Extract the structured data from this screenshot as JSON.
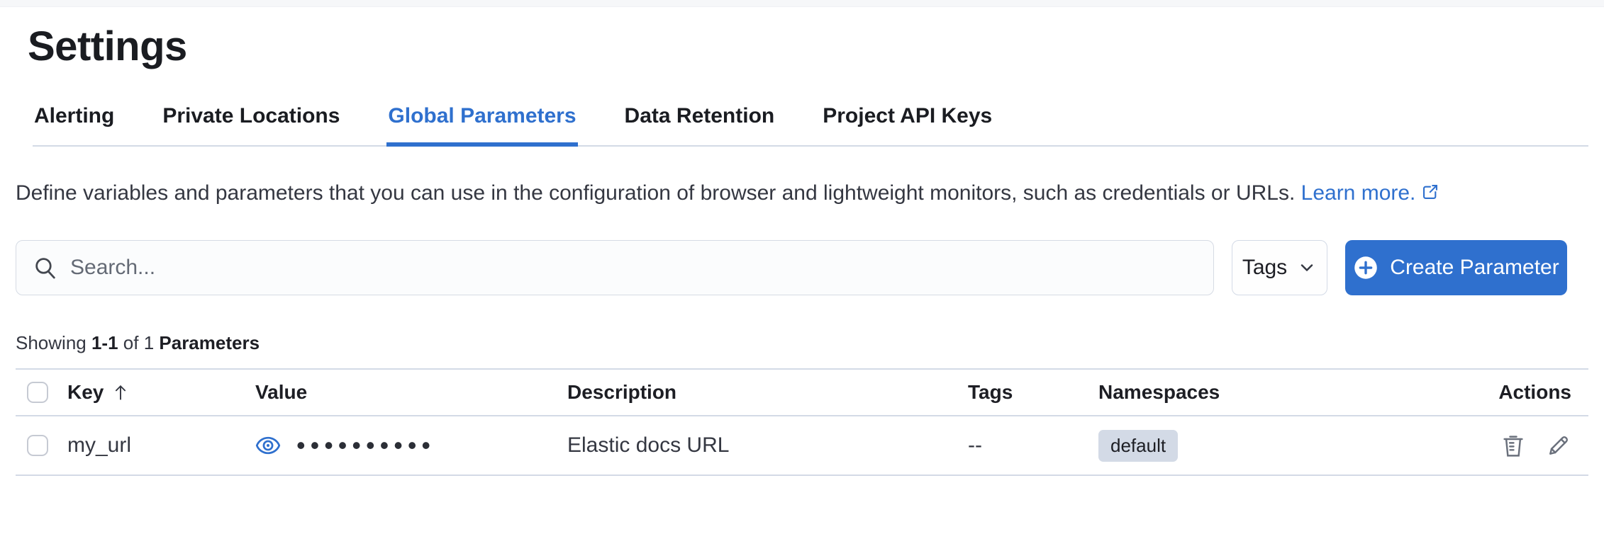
{
  "page": {
    "title": "Settings"
  },
  "tabs": [
    {
      "label": "Alerting",
      "active": false
    },
    {
      "label": "Private Locations",
      "active": false
    },
    {
      "label": "Global Parameters",
      "active": true
    },
    {
      "label": "Data Retention",
      "active": false
    },
    {
      "label": "Project API Keys",
      "active": false
    }
  ],
  "description": {
    "text": "Define variables and parameters that you can use in the configuration of browser and lightweight monitors, such as credentials or URLs.",
    "link_label": "Learn more.",
    "link_icon": "external-link-icon"
  },
  "toolbar": {
    "search_placeholder": "Search...",
    "search_icon": "search-icon",
    "tags_filter_label": "Tags",
    "tags_filter_icon": "chevron-down-icon",
    "create_button_label": "Create Parameter",
    "create_button_icon": "plus-in-circle-icon"
  },
  "summary": {
    "prefix": "Showing",
    "range": "1-1",
    "middle": "of 1",
    "entity": "Parameters"
  },
  "table": {
    "columns": [
      "Key",
      "Value",
      "Description",
      "Tags",
      "Namespaces",
      "Actions"
    ],
    "sort": {
      "column": "Key",
      "direction": "ascending",
      "icon": "sort-up-icon"
    },
    "rows": [
      {
        "key": "my_url",
        "value_masked": "••••••••••",
        "value_icon": "eye-icon",
        "description": "Elastic docs URL",
        "tags": "--",
        "namespace": "default",
        "actions": [
          "trash-icon",
          "pencil-icon"
        ]
      }
    ]
  },
  "colors": {
    "accent": "#2f70ce",
    "badge_bg": "#d3dae6",
    "divider": "#d3dae6",
    "icon_gray": "#6a707c",
    "text_primary": "#343741",
    "heading": "#1a1c21"
  }
}
